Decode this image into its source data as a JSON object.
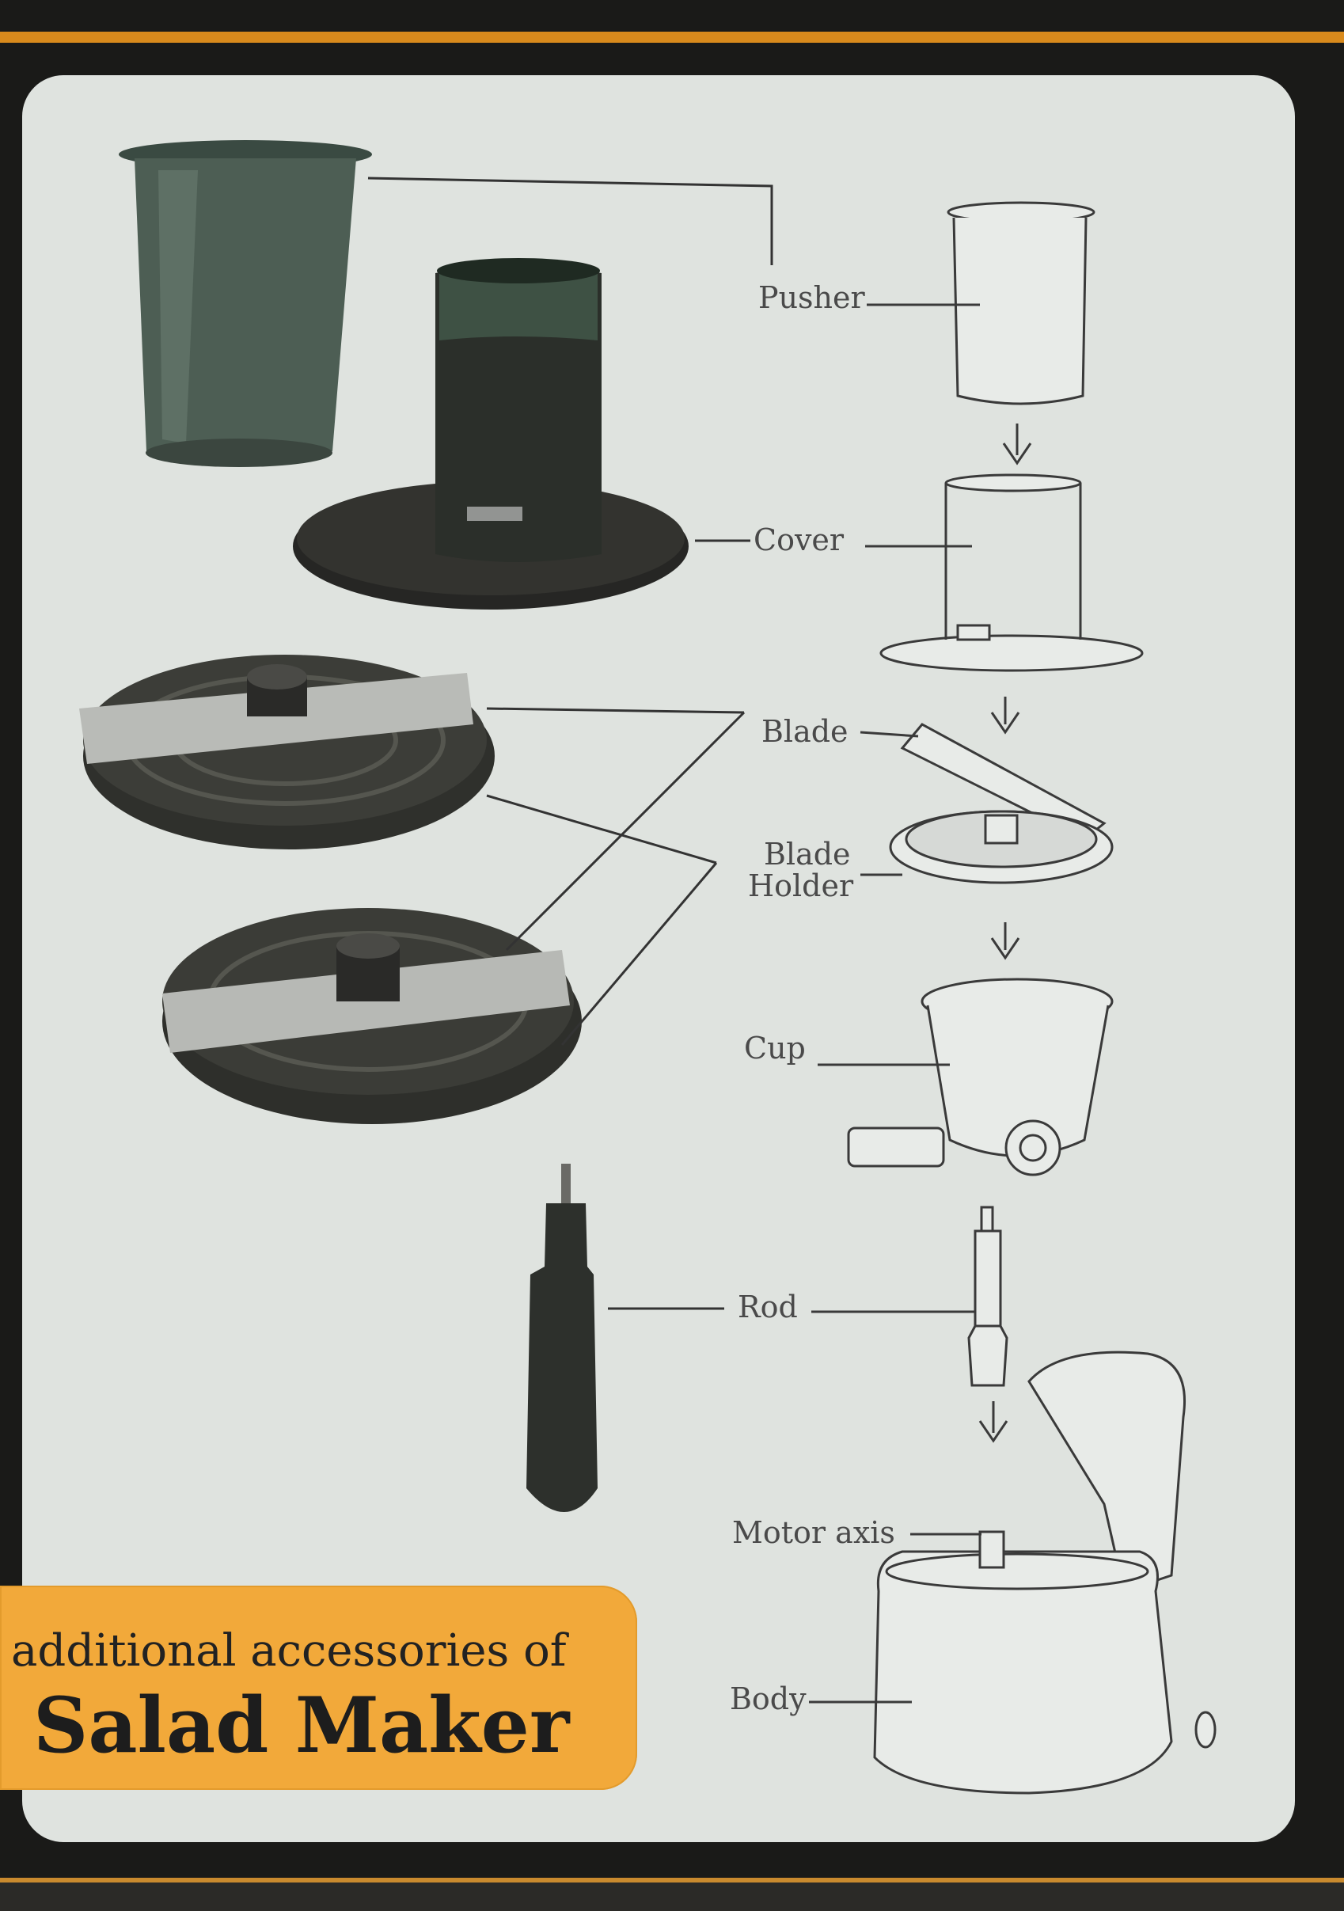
{
  "labels": {
    "pusher": "Pusher",
    "cover": "Cover",
    "blade": "Blade",
    "blade_holder_1": "Blade",
    "blade_holder_2": "Holder",
    "cup": "Cup",
    "rod": "Rod",
    "motor_axis": "Motor axis",
    "body": "Body"
  },
  "banner": {
    "line1": "additional accessories of",
    "line2": "Salad Maker"
  },
  "colors": {
    "accent": "#f2a93a",
    "panel": "#dfe3df",
    "frame": "#1a1a18"
  }
}
